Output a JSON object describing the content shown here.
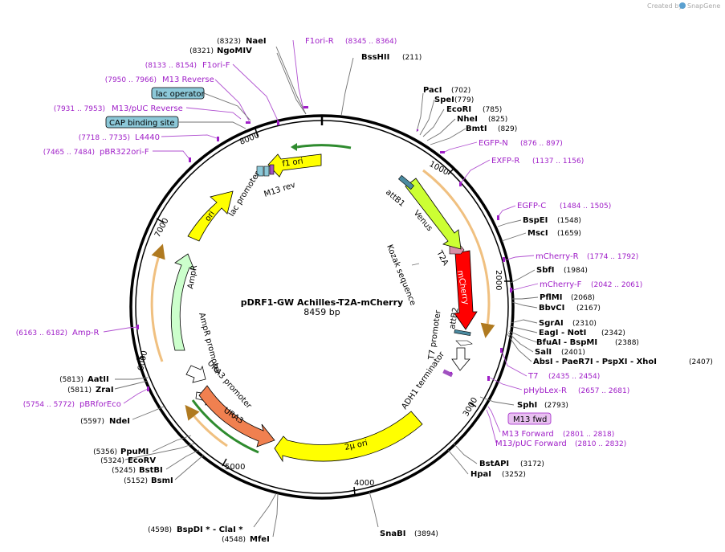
{
  "watermark": {
    "prefix": "Created by",
    "brand": "SnapGene"
  },
  "map": {
    "name": "pDRF1-GW Achilles-T2A-mCherry",
    "length": "8459 bp",
    "ticks": [
      "1000",
      "2000",
      "3000",
      "4000",
      "5000",
      "6000",
      "7000",
      "8000"
    ]
  },
  "features": [
    {
      "id": "f1ori",
      "label": "f1 ori"
    },
    {
      "id": "lac",
      "label": "lac promoter"
    },
    {
      "id": "m13rev",
      "label": "M13 rev"
    },
    {
      "id": "ori",
      "label": "ori"
    },
    {
      "id": "ampr",
      "label": "AmpR"
    },
    {
      "id": "ampr_prom",
      "label": "AmpR promoter"
    },
    {
      "id": "ura3_prom",
      "label": "URA3 promoter"
    },
    {
      "id": "ura3",
      "label": "URA3"
    },
    {
      "id": "twomu",
      "label": "2μ ori"
    },
    {
      "id": "adh1",
      "label": "ADH1 terminator"
    },
    {
      "id": "t7prom",
      "label": "T7 promoter"
    },
    {
      "id": "attb2",
      "label": "attB2"
    },
    {
      "id": "mcherry",
      "label": "mCherry"
    },
    {
      "id": "t2a",
      "label": "T2A"
    },
    {
      "id": "venus",
      "label": "Venus"
    },
    {
      "id": "attb1",
      "label": "attB1"
    },
    {
      "id": "kozak",
      "label": "Kozak sequence"
    }
  ],
  "enzymes": [
    {
      "id": "naei",
      "pos": "(8323)",
      "name": "NaeI"
    },
    {
      "id": "ngomiv",
      "pos": "(8321)",
      "name": "NgoMIV"
    },
    {
      "id": "bsshii",
      "pos": "(211)",
      "name": "BssHII"
    },
    {
      "id": "paci",
      "pos": "(702)",
      "name": "PacI"
    },
    {
      "id": "spei",
      "pos": "(779)",
      "name": "SpeI"
    },
    {
      "id": "ecori",
      "pos": "(785)",
      "name": "EcoRI"
    },
    {
      "id": "nhei",
      "pos": "(825)",
      "name": "NheI"
    },
    {
      "id": "bmti",
      "pos": "(829)",
      "name": "BmtI"
    },
    {
      "id": "bspei",
      "pos": "(1548)",
      "name": "BspEI"
    },
    {
      "id": "msci",
      "pos": "(1659)",
      "name": "MscI"
    },
    {
      "id": "sbfi",
      "pos": "(1984)",
      "name": "SbfI"
    },
    {
      "id": "pflmi",
      "pos": "(2068)",
      "name": "PflMI"
    },
    {
      "id": "bbvci",
      "pos": "(2167)",
      "name": "BbvCI"
    },
    {
      "id": "sgrai",
      "pos": "(2310)",
      "name": "SgrAI"
    },
    {
      "id": "eagi",
      "pos": "(2342)",
      "name": "EagI  - NotI"
    },
    {
      "id": "bfuai",
      "pos": "(2388)",
      "name": "BfuAI  - BspMI"
    },
    {
      "id": "sali",
      "pos": "(2401)",
      "name": "SalI"
    },
    {
      "id": "absi",
      "pos": "(2407)",
      "name": "AbsI  - PaeR7I  - PspXI  - XhoI"
    },
    {
      "id": "sphi",
      "pos": "(2793)",
      "name": "SphI"
    },
    {
      "id": "bstapi",
      "pos": "(3172)",
      "name": "BstAPI"
    },
    {
      "id": "hpai",
      "pos": "(3252)",
      "name": "HpaI"
    },
    {
      "id": "snabi",
      "pos": "(3894)",
      "name": "SnaBI"
    },
    {
      "id": "bspdi",
      "pos": "(4598)",
      "name": "BspDI *  - ClaI *"
    },
    {
      "id": "mfei",
      "pos": "(4548)",
      "name": "MfeI"
    },
    {
      "id": "bsmi",
      "pos": "(5152)",
      "name": "BsmI"
    },
    {
      "id": "bstbi",
      "pos": "(5245)",
      "name": "BstBI"
    },
    {
      "id": "ecorv",
      "pos": "(5324)",
      "name": "EcoRV"
    },
    {
      "id": "ppumi",
      "pos": "(5356)",
      "name": "PpuMI"
    },
    {
      "id": "ndei",
      "pos": "(5597)",
      "name": "NdeI"
    },
    {
      "id": "zrai",
      "pos": "(5811)",
      "name": "ZraI"
    },
    {
      "id": "aatii",
      "pos": "(5813)",
      "name": "AatII"
    }
  ],
  "primers": [
    {
      "id": "f1orir",
      "name": "F1ori-R",
      "pos": "(8345 .. 8364)"
    },
    {
      "id": "f1orif",
      "name": "F1ori-F",
      "pos": "(8133 .. 8154)"
    },
    {
      "id": "m13rev",
      "name": "M13 Reverse",
      "pos": "(7950 .. 7966)"
    },
    {
      "id": "m13puc",
      "name": "M13/pUC Reverse",
      "pos": "(7931 .. 7953)"
    },
    {
      "id": "l4440",
      "name": "L4440",
      "pos": "(7718 .. 7735)"
    },
    {
      "id": "pbr322",
      "name": "pBR322ori-F",
      "pos": "(7465 .. 7484)"
    },
    {
      "id": "egfpn",
      "name": "EGFP-N",
      "pos": "(876 .. 897)"
    },
    {
      "id": "exfpr",
      "name": "EXFP-R",
      "pos": "(1137 .. 1156)"
    },
    {
      "id": "egfpc",
      "name": "EGFP-C",
      "pos": "(1484 .. 1505)"
    },
    {
      "id": "mcherryr",
      "name": "mCherry-R",
      "pos": "(1774 .. 1792)"
    },
    {
      "id": "mcherryf",
      "name": "mCherry-F",
      "pos": "(2042 .. 2061)"
    },
    {
      "id": "t7",
      "name": "T7",
      "pos": "(2435 .. 2454)"
    },
    {
      "id": "phyblex",
      "name": "pHybLex-R",
      "pos": "(2657 .. 2681)"
    },
    {
      "id": "m13fwd",
      "name": "M13 Forward",
      "pos": "(2801 .. 2818)"
    },
    {
      "id": "m13pucf",
      "name": "M13/pUC Forward",
      "pos": "(2810 .. 2832)"
    },
    {
      "id": "ampr",
      "name": "Amp-R",
      "pos": "(6163 .. 6182)"
    },
    {
      "id": "pbrfor",
      "name": "pBRforEco",
      "pos": "(5754 .. 5772)"
    }
  ],
  "boxes": {
    "lac_operator": "lac operator",
    "cap_site": "CAP binding site",
    "m13_fwd": "M13 fwd"
  },
  "colors": {
    "backbone": "#000000",
    "enzyme_line": "#707070",
    "primer": "#a020c8",
    "f1ori": "#ffff00",
    "ori": "#ffff00",
    "twomu": "#ffff00",
    "ampr": "#ccffcc",
    "ura3": "#f08050",
    "mcherry": "#ff0000",
    "venus": "#ccff33",
    "t2a": "#d890a8",
    "orf_tan": "#f0c080",
    "box_teal": "#8cc8d8",
    "box_violet": "#e8c0f0"
  }
}
